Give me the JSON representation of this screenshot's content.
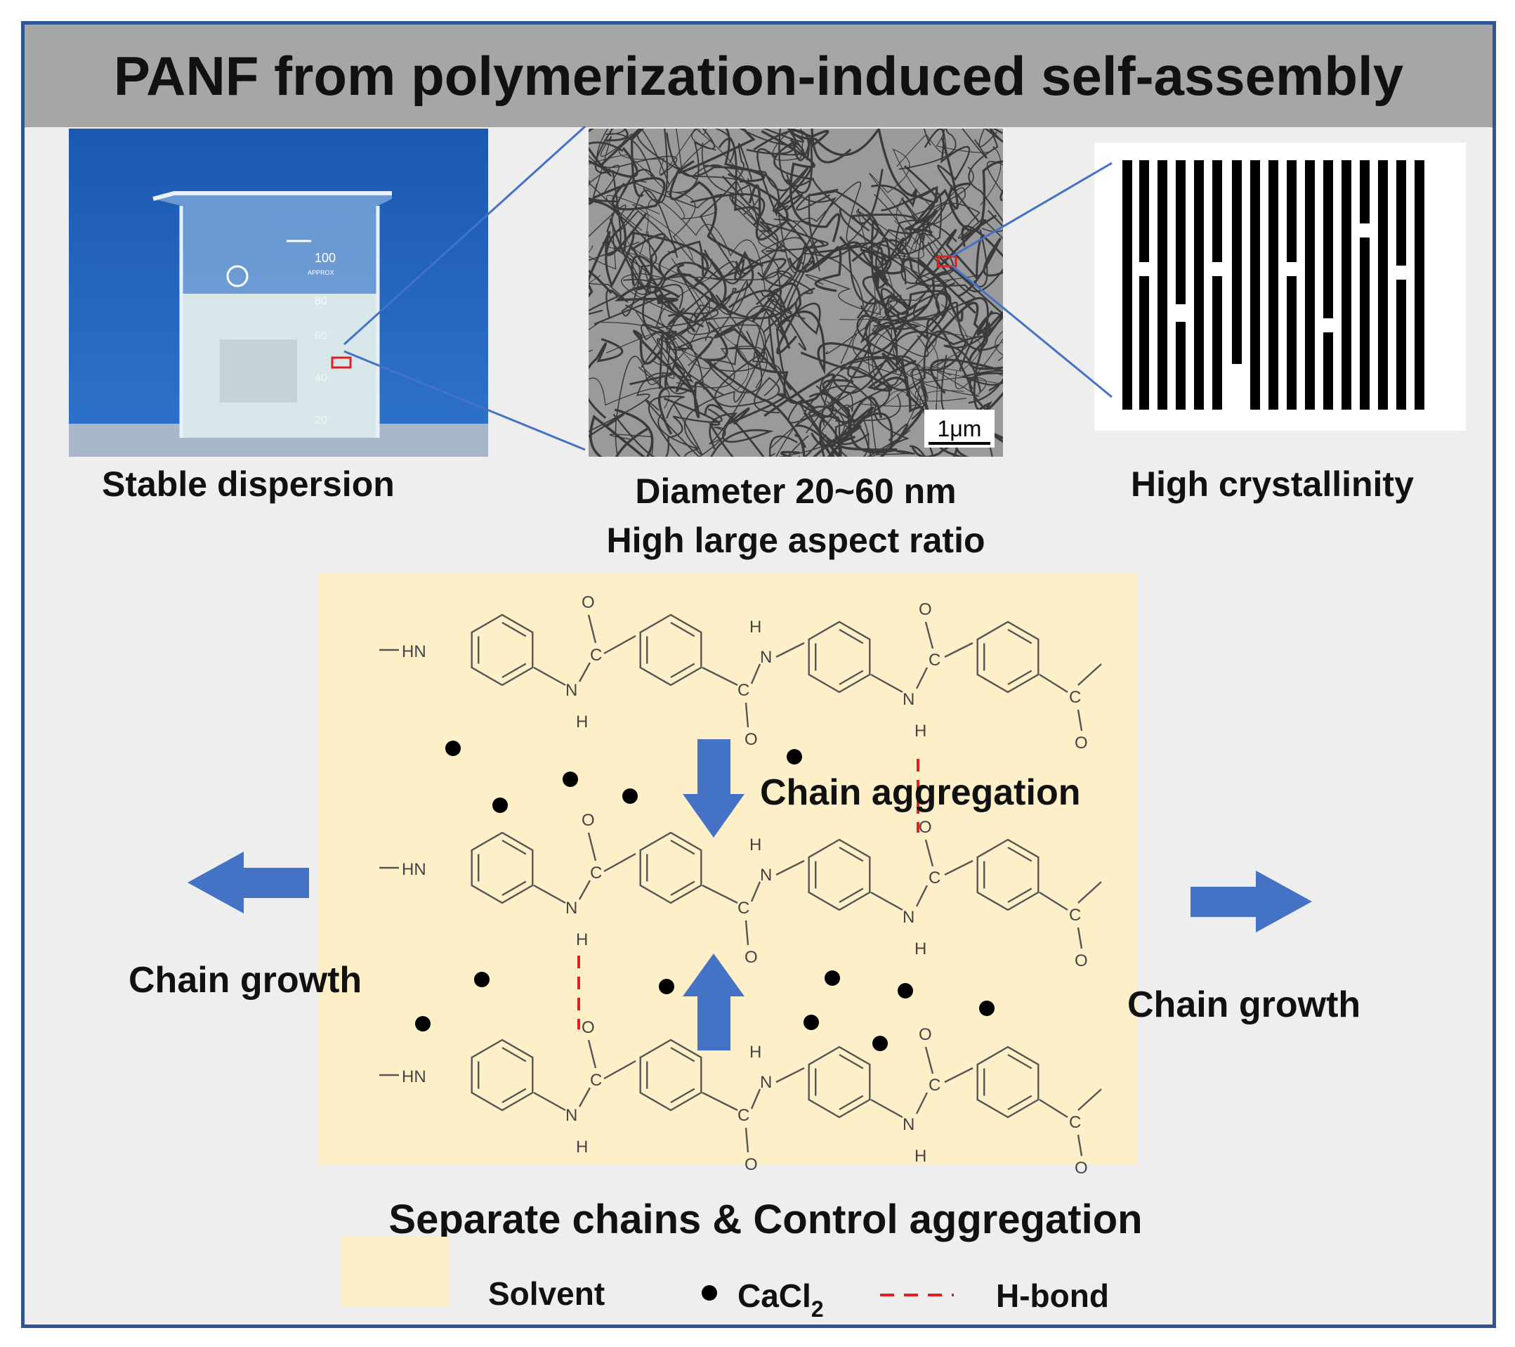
{
  "title": "PANF from polymerization-induced self-assembly",
  "panels": {
    "dispersion_label": "Stable dispersion",
    "diameter_label": "Diameter 20~60 nm",
    "aspect_label": "High large aspect ratio",
    "crystallinity_label": "High crystallinity",
    "scale_bar": "1μm",
    "beaker_marks": [
      "100",
      "APPROX",
      "80",
      "60",
      "40",
      "20"
    ]
  },
  "chemistry": {
    "chain_group": "HN",
    "atoms": {
      "o": "O",
      "h": "H",
      "n": "N",
      "c": "C"
    },
    "aggregation_label": "Chain aggregation",
    "growth_left_label": "Chain growth",
    "growth_right_label": "Chain growth",
    "bottom_caption": "Separate chains & Control aggregation"
  },
  "legend": {
    "solvent": "Solvent",
    "cacl2": "CaCl",
    "cacl2_sub": "2",
    "hbond": "H-bond"
  },
  "colors": {
    "frame": "#2f5597",
    "arrow": "#4472c4",
    "hbond": "#e02020",
    "solvent": "#fdefc8",
    "zoom_box": "#e02020",
    "title_bg": "#a6a6a6"
  }
}
